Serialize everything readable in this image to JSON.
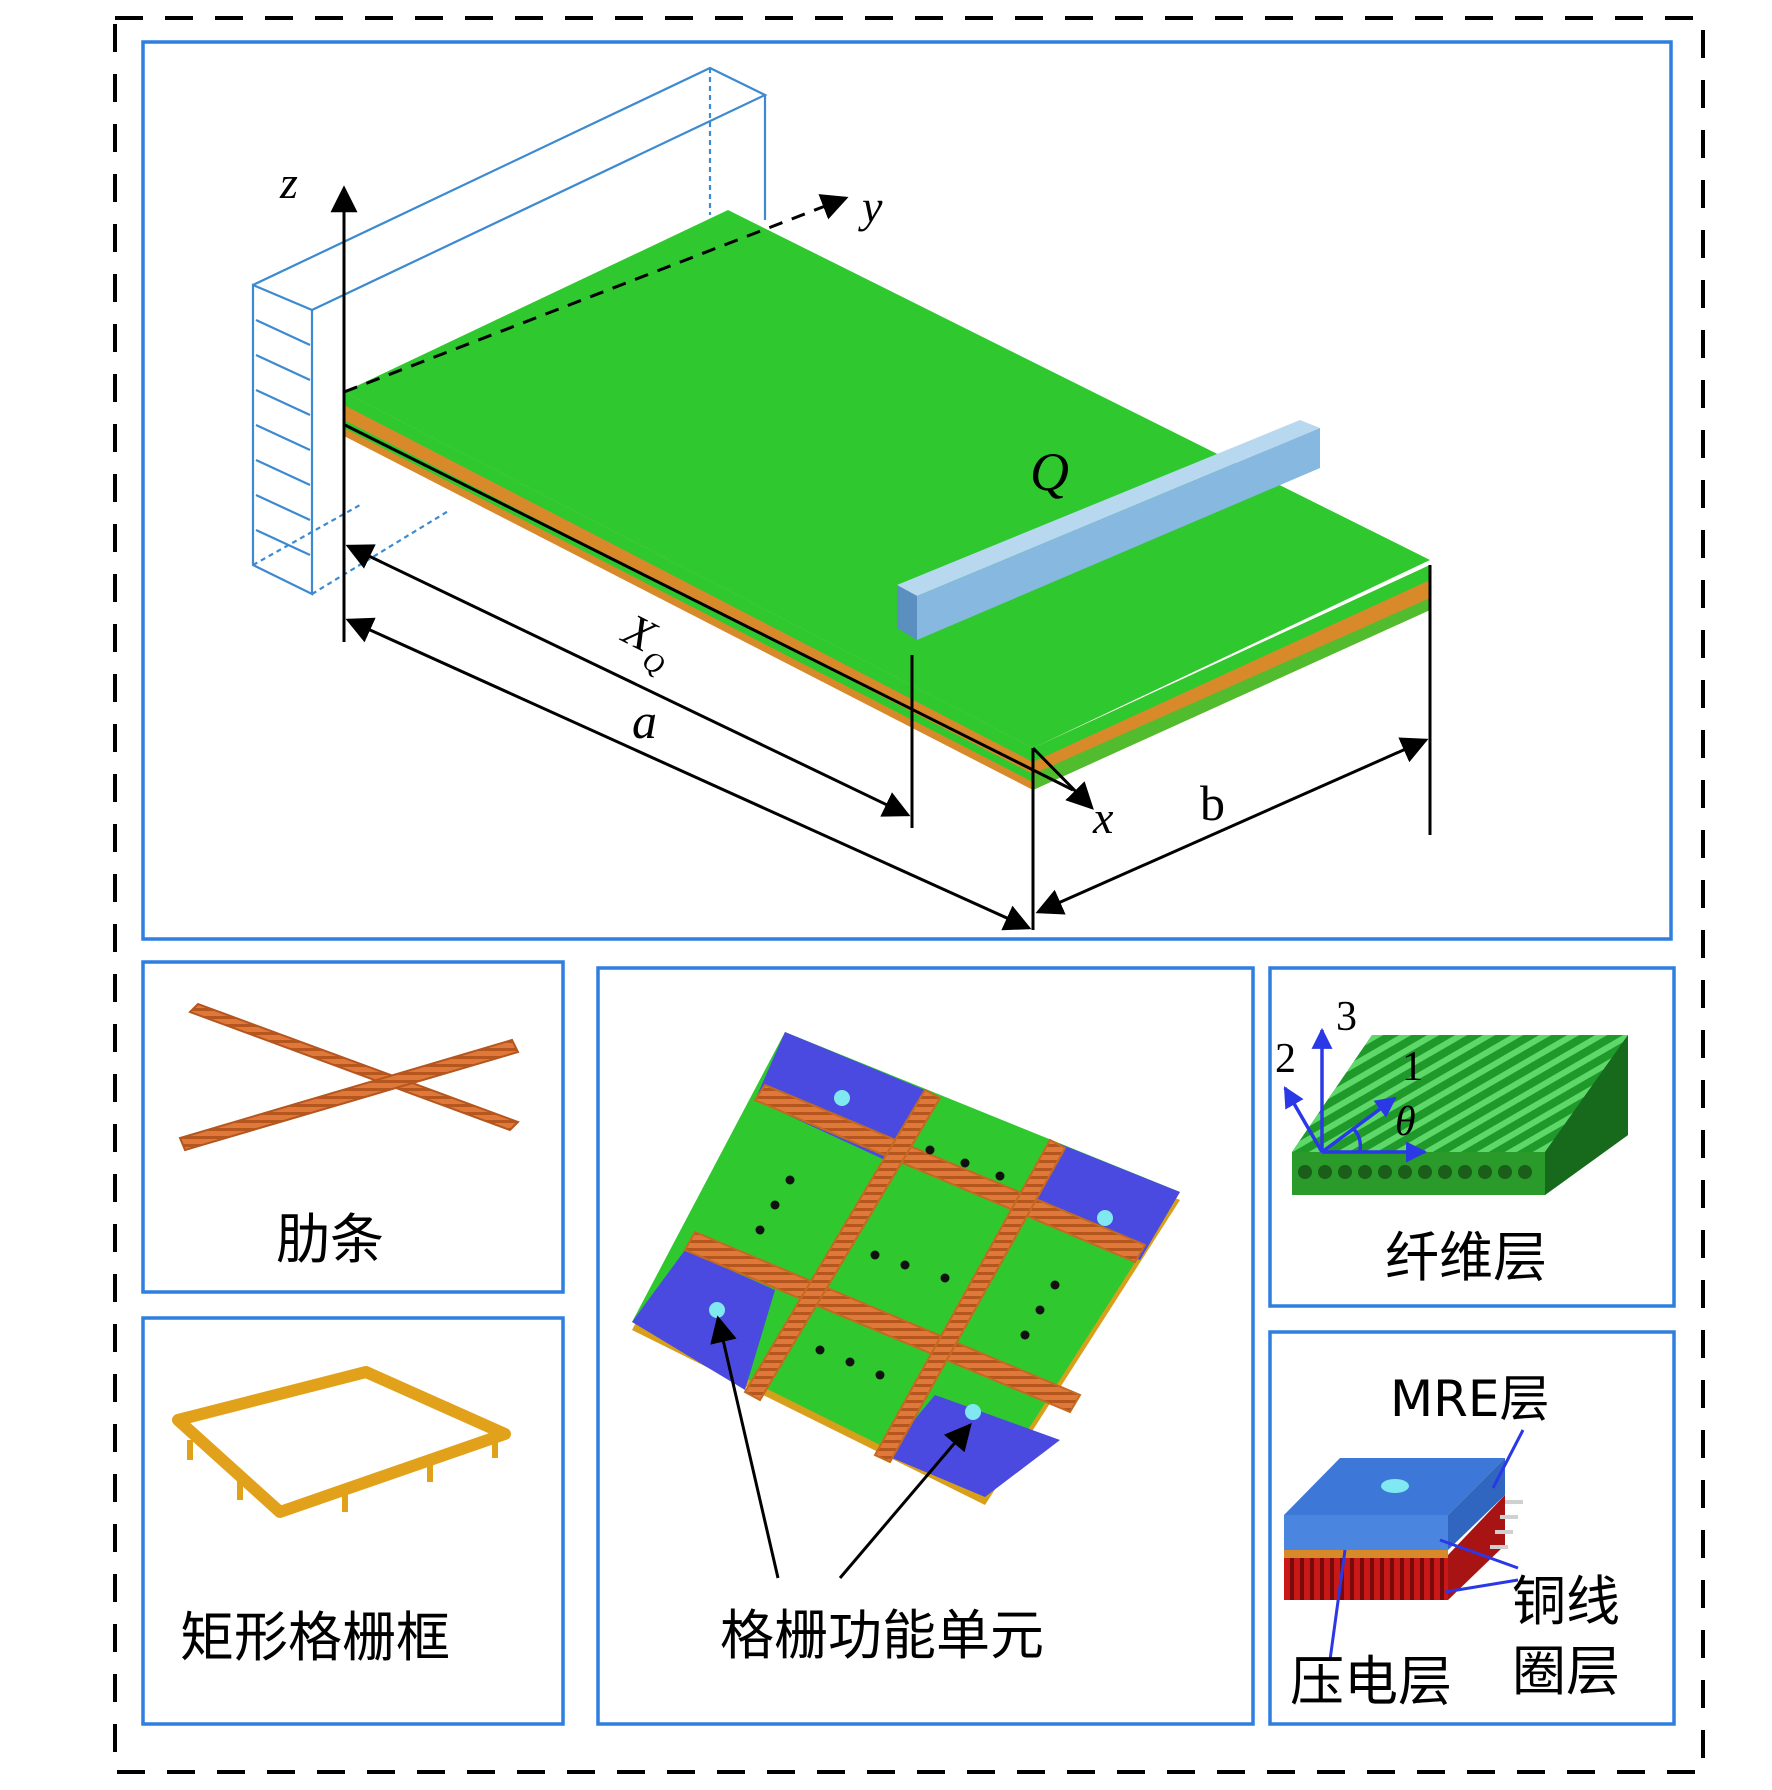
{
  "main_panel": {
    "axis_z": "z",
    "axis_y": "y",
    "axis_x": "x",
    "load_label": "Q",
    "dim_xq": "X",
    "dim_xq_sub": "Q",
    "dim_a": "a",
    "dim_b": "b"
  },
  "rib_panel": {
    "label": "肋条"
  },
  "frame_panel": {
    "label": "矩形格栅框"
  },
  "grid_panel": {
    "label": "格栅功能单元"
  },
  "fiber_panel": {
    "label": "纤维层",
    "axis_1": "1",
    "axis_2": "2",
    "axis_3": "3",
    "angle": "θ"
  },
  "layer_panel": {
    "mre_label": "MRE层",
    "coil_label_1": "铜线",
    "coil_label_2": "圈层",
    "piezo_label": "压电层"
  },
  "colors": {
    "panel_border": "#2f7fe0",
    "green_plate": "#2fc82f",
    "orange_layer": "#d88a2a",
    "blue_beam": "#86b8e0",
    "blue_cell": "#4a4ae0",
    "arrow_blue": "#2a38e6"
  }
}
